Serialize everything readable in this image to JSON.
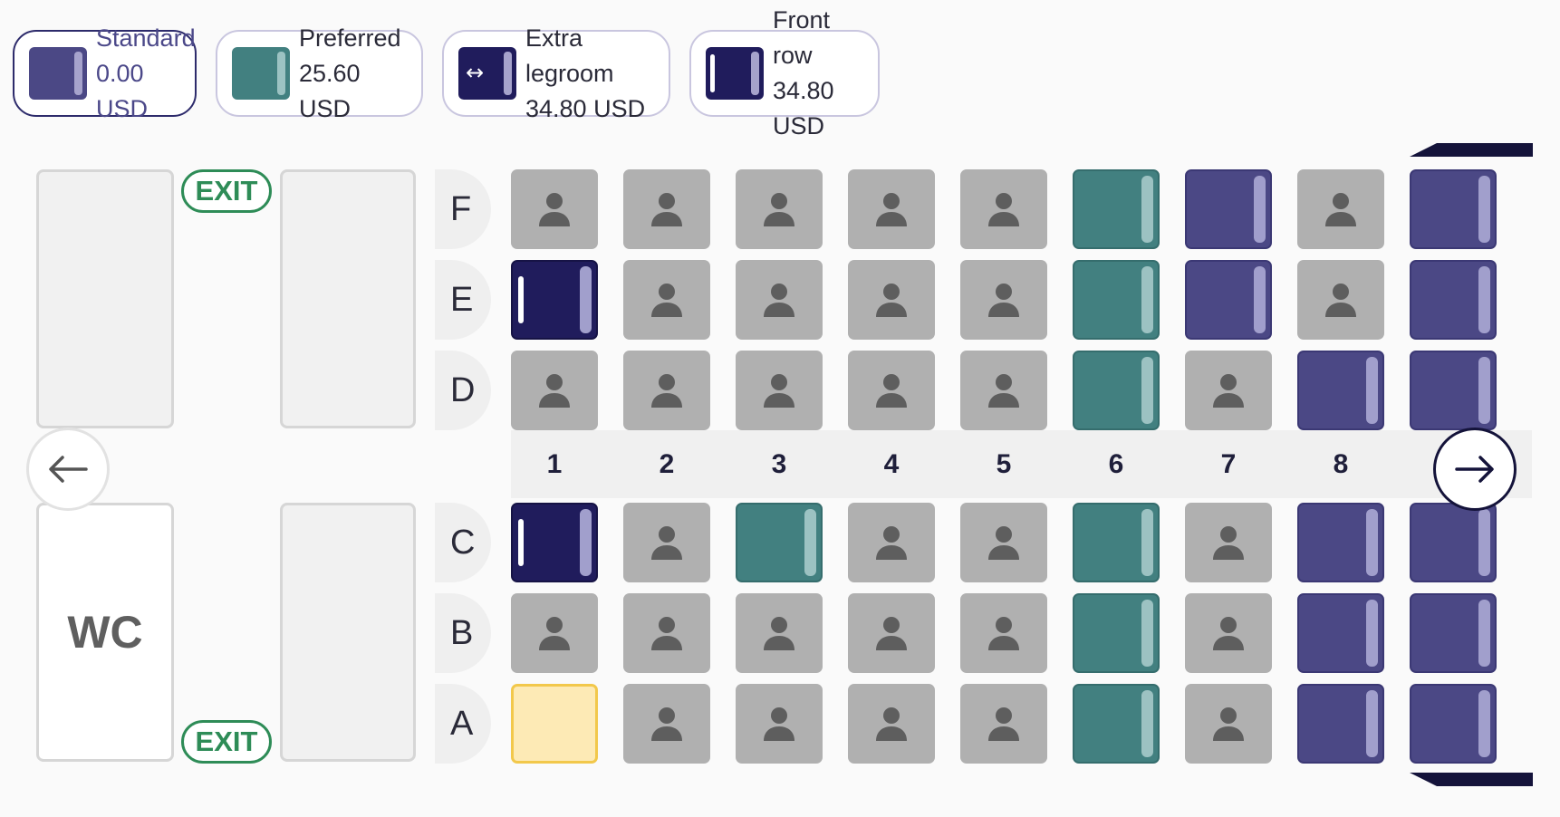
{
  "legend": [
    {
      "label": "Standard",
      "price": "0.00 USD",
      "kind": "standard",
      "selected": true
    },
    {
      "label": "Preferred",
      "price": "25.60 USD",
      "kind": "preferred",
      "selected": false
    },
    {
      "label": "Extra legroom",
      "price": "34.80 USD",
      "kind": "extra",
      "selected": false
    },
    {
      "label": "Front row",
      "price": "34.80 USD",
      "kind": "front",
      "selected": false
    }
  ],
  "exit_top": "EXIT",
  "exit_bottom": "EXIT",
  "wc_label": "WC",
  "row_labels": [
    "F",
    "E",
    "D",
    "C",
    "B",
    "A"
  ],
  "columns": [
    "1",
    "2",
    "3",
    "4",
    "5",
    "6",
    "7",
    "8"
  ],
  "seats": {
    "F": [
      "occupied",
      "occupied",
      "occupied",
      "occupied",
      "occupied",
      "preferred",
      "standard",
      "occupied",
      "standard"
    ],
    "E": [
      "front",
      "occupied",
      "occupied",
      "occupied",
      "occupied",
      "preferred",
      "standard",
      "occupied",
      "standard"
    ],
    "D": [
      "occupied",
      "occupied",
      "occupied",
      "occupied",
      "occupied",
      "preferred",
      "occupied",
      "standard",
      "standard"
    ],
    "C": [
      "front",
      "occupied",
      "preferred",
      "occupied",
      "occupied",
      "preferred",
      "occupied",
      "standard",
      "standard"
    ],
    "B": [
      "occupied",
      "occupied",
      "occupied",
      "occupied",
      "occupied",
      "preferred",
      "occupied",
      "standard",
      "standard"
    ],
    "A": [
      "selected",
      "occupied",
      "occupied",
      "occupied",
      "occupied",
      "preferred",
      "occupied",
      "standard",
      "standard"
    ]
  },
  "icons": {
    "occupied": "person-icon",
    "prev": "arrow-left-icon",
    "next": "arrow-right-icon",
    "extra": "double-arrow-icon"
  },
  "colors": {
    "standard": "#4b4885",
    "preferred": "#428080",
    "front": "#201c5c",
    "occupied": "#b0b0b0",
    "selected": "#fdeab5",
    "exit": "#2e8c57"
  }
}
